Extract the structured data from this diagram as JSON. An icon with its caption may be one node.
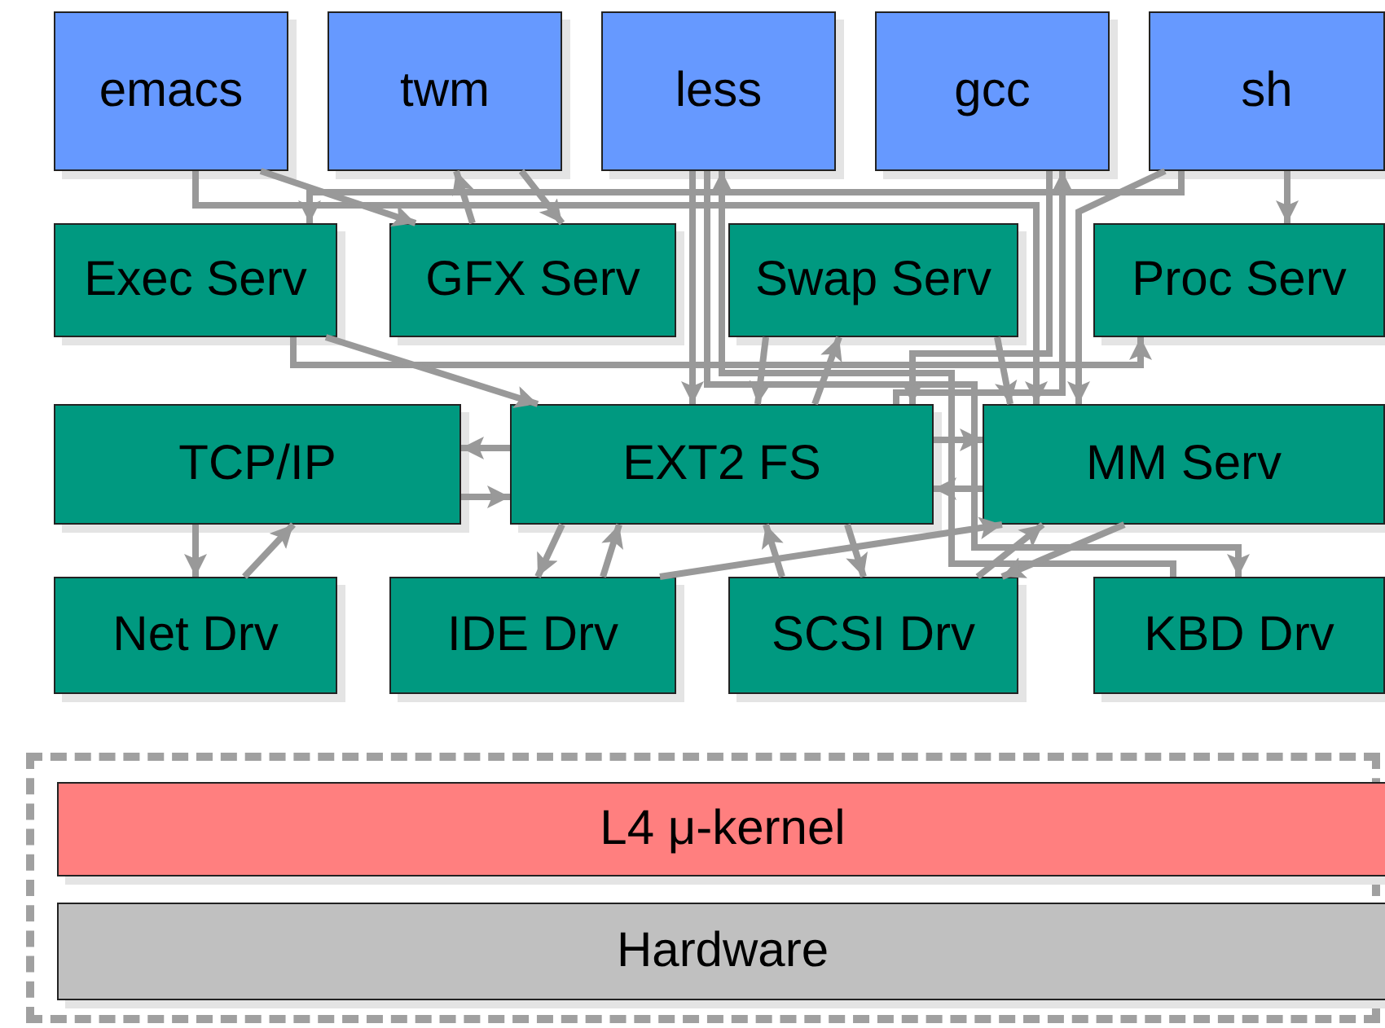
{
  "diagram": {
    "nodes": [
      {
        "text": [
          "emacs"
        ]
      },
      {
        "text": [
          "twm"
        ]
      },
      {
        "text": [
          "less"
        ]
      },
      {
        "text": [
          "gcc"
        ]
      },
      {
        "text": [
          "sh"
        ]
      },
      {
        "text": [
          "Exec Serv"
        ]
      },
      {
        "text": [
          "GFX Serv"
        ]
      },
      {
        "text": [
          "Swap Serv"
        ]
      },
      {
        "text": [
          "Proc Serv"
        ]
      },
      {
        "text": [
          "TCP/IP"
        ]
      },
      {
        "text": [
          "EXT2 FS"
        ]
      },
      {
        "text": [
          "MM Serv"
        ]
      },
      {
        "text": [
          "Net Drv"
        ]
      },
      {
        "text": [
          "IDE Drv"
        ]
      },
      {
        "text": [
          "SCSI Drv"
        ]
      },
      {
        "text": [
          "KBD Drv"
        ]
      },
      {
        "text": [],
        "shape": "box"
      },
      {
        "text": [
          "L4 μ-kernel"
        ],
        "in": 16
      },
      {
        "text": [
          "Hardware"
        ],
        "in": 16
      }
    ],
    "edges": [
      {
        "from": 0,
        "to": 11,
        "arrow": "to"
      },
      {
        "from": 0,
        "to": 6,
        "arrow": "to"
      },
      {
        "from": 6,
        "to": 1,
        "arrow": "to"
      },
      {
        "from": 1,
        "to": 6,
        "arrow": "to"
      },
      {
        "from": 2,
        "to": 10,
        "arrow": "to"
      },
      {
        "from": 4,
        "to": 5,
        "arrow": "to"
      },
      {
        "from": 5,
        "to": 8,
        "arrow": "to"
      },
      {
        "from": 5,
        "to": 10,
        "arrow": "to"
      },
      {
        "from": 15,
        "to": 2,
        "arrow": "to"
      },
      {
        "from": 2,
        "to": 15,
        "arrow": "to"
      },
      {
        "from": 3,
        "to": 10,
        "arrow": "to"
      },
      {
        "from": 10,
        "to": 3,
        "arrow": "to"
      },
      {
        "from": 4,
        "to": 11,
        "arrow": "to"
      },
      {
        "from": 4,
        "to": 8,
        "arrow": "to"
      },
      {
        "from": 10,
        "to": 7,
        "arrow": "to"
      },
      {
        "from": 7,
        "to": 11,
        "arrow": "to"
      },
      {
        "from": 7,
        "to": 10,
        "arrow": "to"
      },
      {
        "from": 10,
        "to": 11,
        "arrow": "to"
      },
      {
        "from": 11,
        "to": 10,
        "arrow": "to"
      },
      {
        "from": 13,
        "to": 11,
        "arrow": "to"
      },
      {
        "from": 10,
        "to": 14,
        "arrow": "to"
      },
      {
        "from": 14,
        "to": 10,
        "arrow": "to"
      },
      {
        "from": 14,
        "to": 11,
        "arrow": "to"
      },
      {
        "from": 11,
        "to": 14,
        "arrow": "to"
      },
      {
        "from": 10,
        "to": 9,
        "arrow": "to"
      },
      {
        "from": 9,
        "to": 10,
        "arrow": "to"
      },
      {
        "from": 9,
        "to": 12,
        "arrow": "to"
      },
      {
        "from": 12,
        "to": 9,
        "arrow": "to"
      },
      {
        "from": 10,
        "to": 13,
        "arrow": "to"
      },
      {
        "from": 13,
        "to": 10,
        "arrow": "to"
      }
    ]
  }
}
